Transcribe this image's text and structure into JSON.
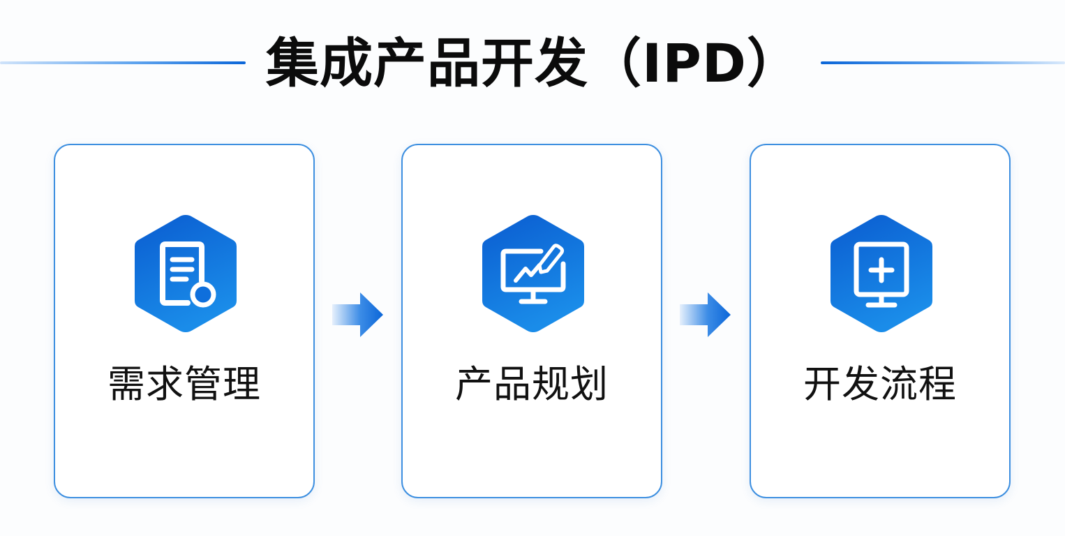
{
  "header": {
    "title": "集成产品开发（IPD）"
  },
  "colors": {
    "accent": "#0b66d8",
    "icon_bg_top": "#0a5fd1",
    "icon_bg_bottom": "#1a8ae8",
    "card_border": "#3d8fe0",
    "text": "#111111"
  },
  "steps": [
    {
      "label": "需求管理",
      "icon": "document-requirements-icon"
    },
    {
      "label": "产品规划",
      "icon": "monitor-chart-pen-icon"
    },
    {
      "label": "开发流程",
      "icon": "monitor-plus-icon"
    }
  ],
  "connectors": [
    {
      "icon": "arrow-right-icon"
    },
    {
      "icon": "arrow-right-icon"
    }
  ]
}
